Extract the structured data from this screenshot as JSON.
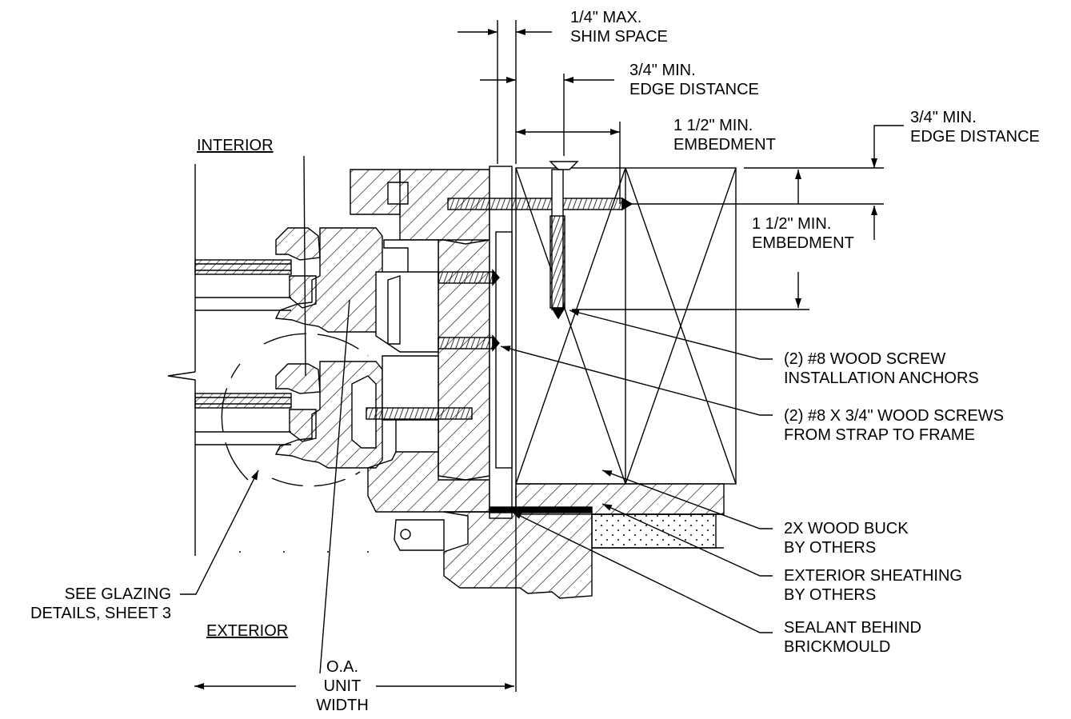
{
  "labels": {
    "shim_space": [
      "1/4\" MAX.",
      "SHIM SPACE"
    ],
    "edge_distance_top": [
      "3/4\" MIN.",
      "EDGE DISTANCE"
    ],
    "embedment_top": [
      "1 1/2\" MIN.",
      "EMBEDMENT"
    ],
    "edge_distance_right": [
      "3/4\" MIN.",
      "EDGE DISTANCE"
    ],
    "embedment_right": [
      "1 1/2\" MIN.",
      "EMBEDMENT"
    ],
    "interior": "INTERIOR",
    "exterior": "EXTERIOR",
    "install_anchors": [
      "(2) #8 WOOD SCREW",
      "INSTALLATION ANCHORS"
    ],
    "strap_screws": [
      "(2) #8 X 3/4\" WOOD SCREWS",
      "FROM STRAP TO FRAME"
    ],
    "wood_buck": [
      "2X WOOD BUCK",
      "BY OTHERS"
    ],
    "sheathing": [
      "EXTERIOR SHEATHING",
      "BY OTHERS"
    ],
    "sealant": [
      "SEALANT BEHIND",
      "BRICKMOULD"
    ],
    "glazing": [
      "SEE GLAZING",
      "DETAILS, SHEET 3"
    ],
    "unit_width": [
      "O.A.",
      "UNIT",
      "WIDTH"
    ]
  }
}
